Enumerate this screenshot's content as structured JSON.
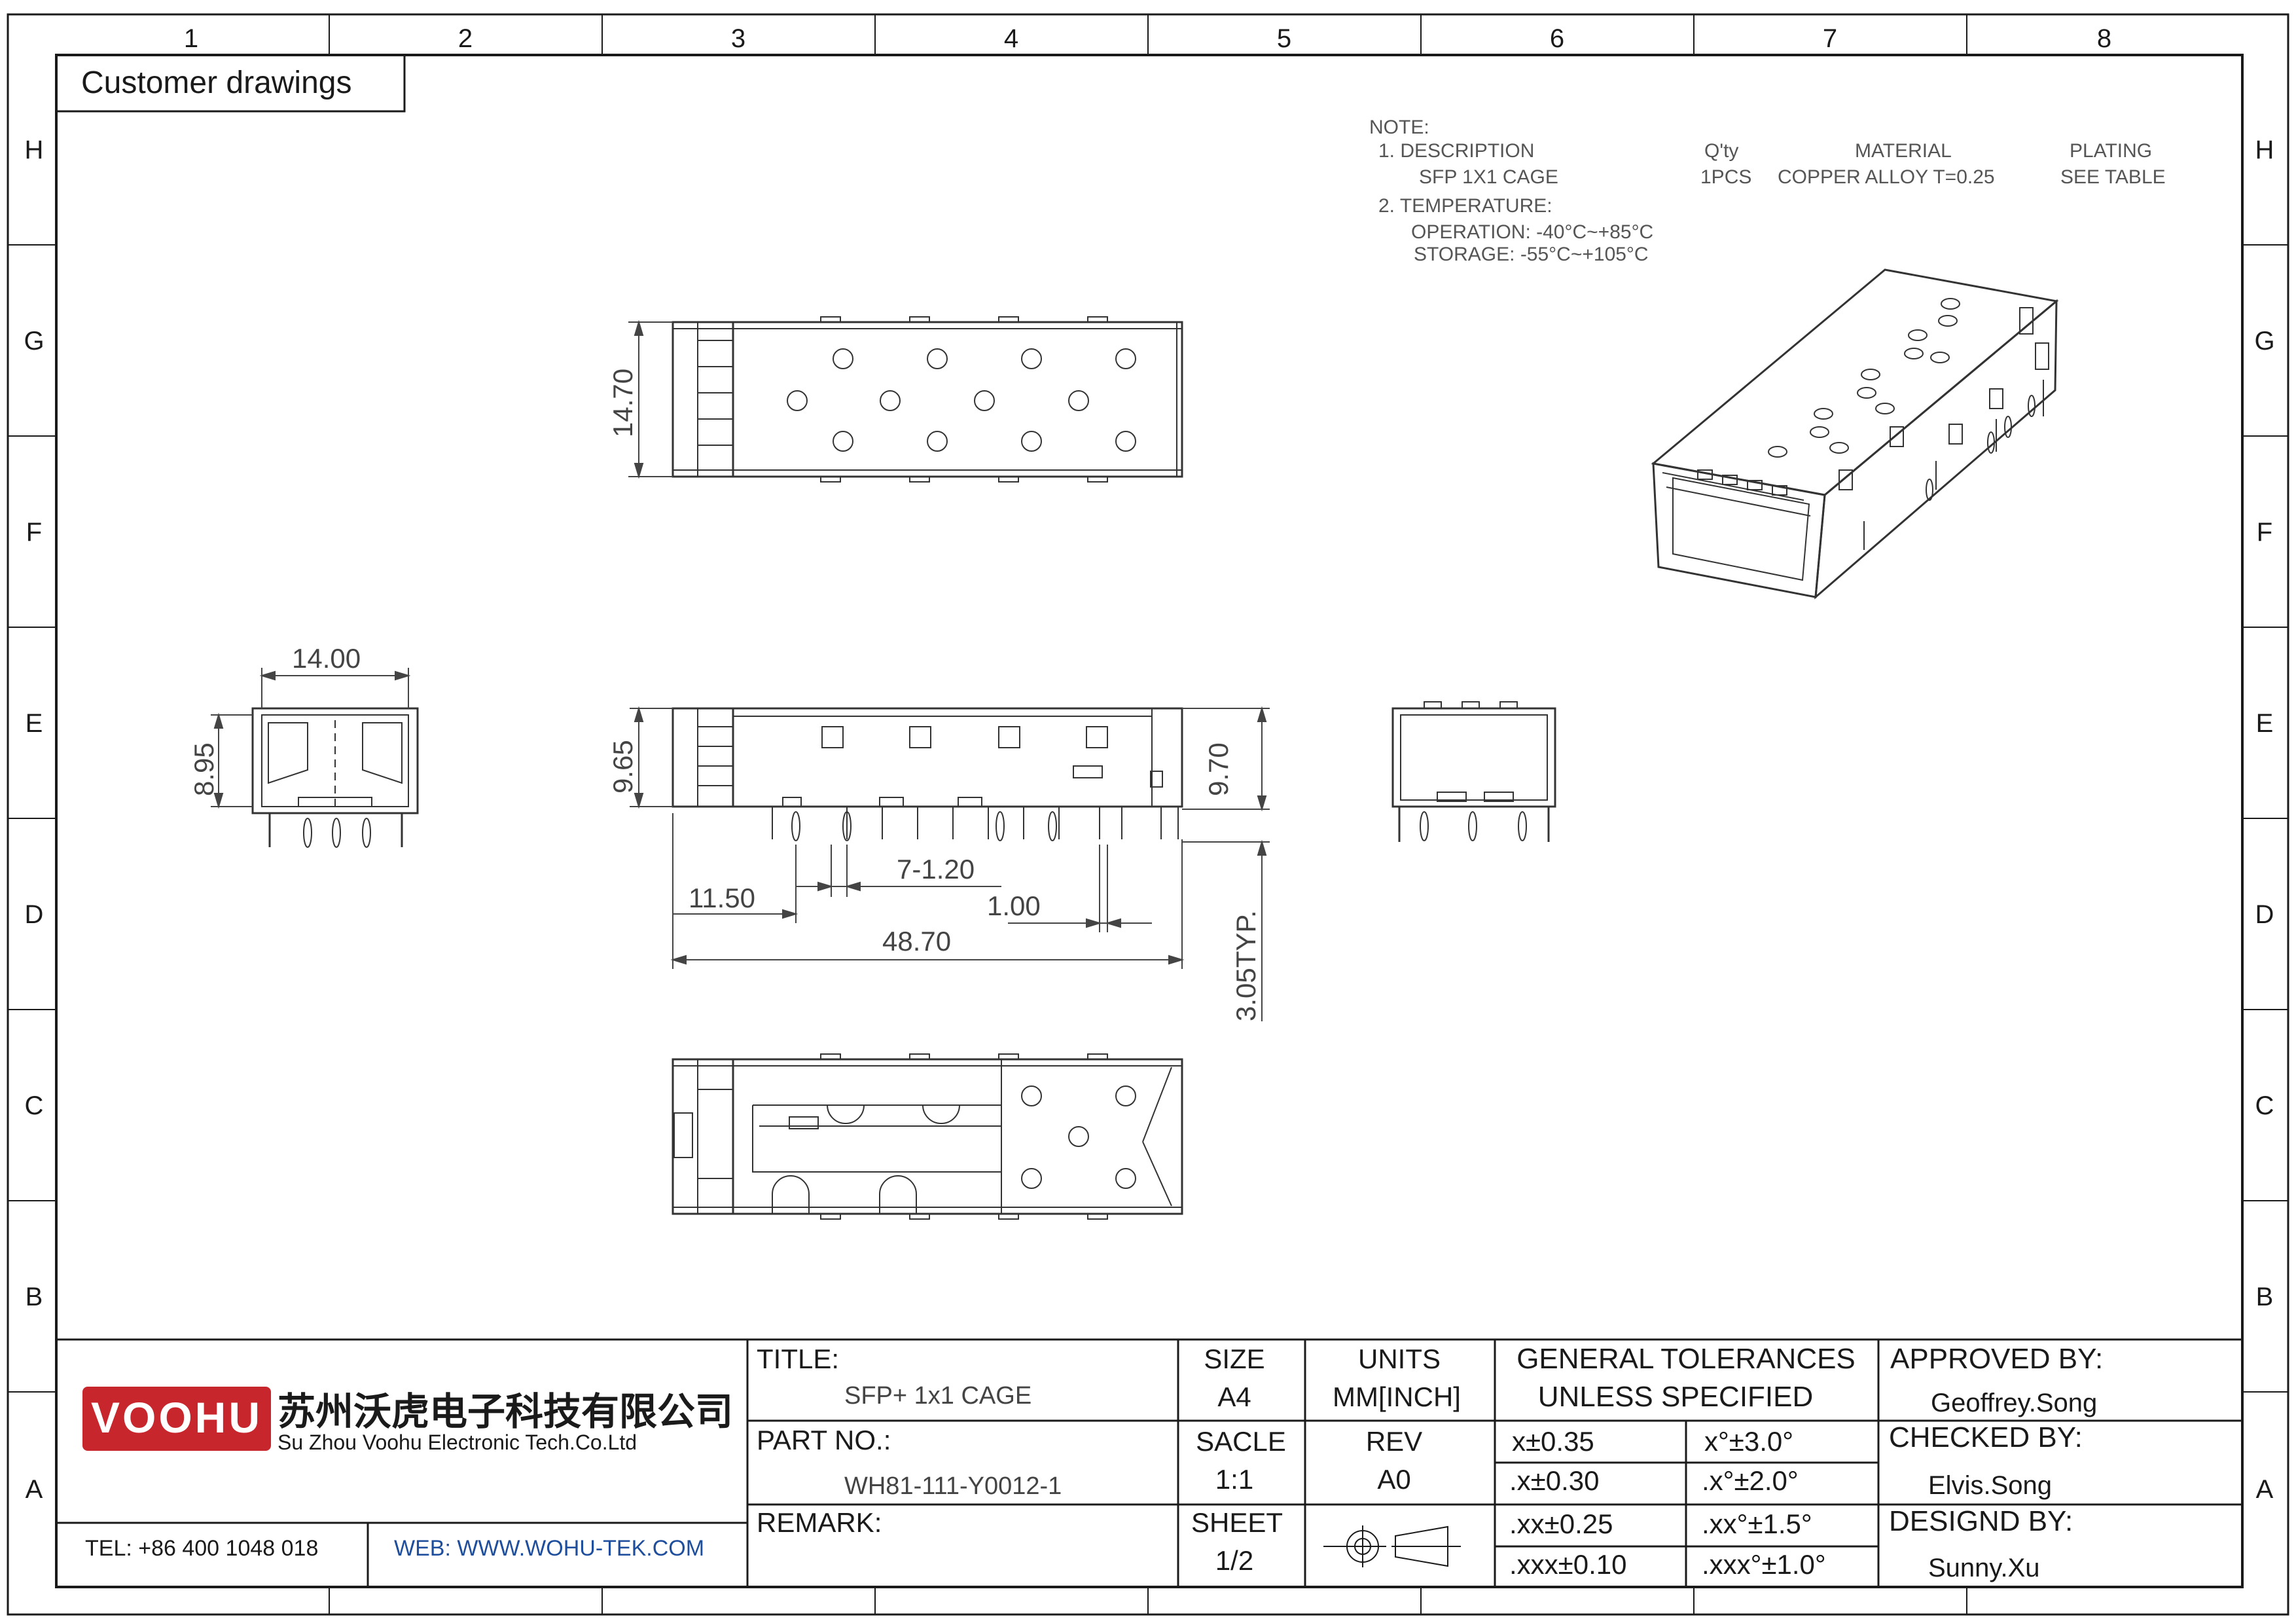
{
  "frame": {
    "columns": [
      "1",
      "2",
      "3",
      "4",
      "5",
      "6",
      "7",
      "8"
    ],
    "rows": [
      "H",
      "G",
      "F",
      "E",
      "D",
      "C",
      "B",
      "A"
    ],
    "corner_label": "Customer drawings"
  },
  "notes": {
    "heading": "NOTE:",
    "item1": "1. DESCRIPTION",
    "item1_col_qty": "Q'ty",
    "item1_col_material": "MATERIAL",
    "item1_col_plating": "PLATING",
    "item1_desc": "SFP 1X1 CAGE",
    "item1_qty": "1PCS",
    "item1_material": "COPPER ALLOY T=0.25",
    "item1_plating": "SEE TABLE",
    "item2": "2. TEMPERATURE:",
    "operation": "OPERATION:  -40°C~+85°C",
    "storage": "STORAGE:   -55°C~+105°C"
  },
  "dimensions": {
    "top_height": "14.70",
    "front_width": "14.00",
    "front_height": "8.95",
    "side_height_left": "9.65",
    "side_height_right": "9.70",
    "pin_pitch": "7-1.20",
    "pin_offset": "11.50",
    "pin_width": "1.00",
    "total_length": "48.70",
    "pin_length": "3.05TYP."
  },
  "title_block": {
    "company_logo": "VOOHU",
    "company_cn": "苏州沃虎电子科技有限公司",
    "company_en": "Su Zhou Voohu Electronic Tech.Co.Ltd",
    "tel": "TEL: +86 400 1048 018",
    "web": "WEB: WWW.WOHU-TEK.COM",
    "title_label": "TITLE:",
    "title_value": "SFP+ 1x1 CAGE",
    "part_label": "PART NO.:",
    "part_value": "WH81-111-Y0012-1",
    "remark_label": "REMARK:",
    "size_label": "SIZE",
    "size_value": "A4",
    "units_label": "UNITS",
    "units_value": "MM[INCH]",
    "scale_label": "SACLE",
    "scale_value": "1:1",
    "rev_label": "REV",
    "rev_value": "A0",
    "sheet_label": "SHEET",
    "sheet_value": "1/2",
    "tol_title_1": "GENERAL TOLERANCES",
    "tol_title_2": "UNLESS SPECIFIED",
    "tol_rows": [
      [
        "x±0.35",
        "x°±3.0°"
      ],
      [
        ".x±0.30",
        ".x°±2.0°"
      ],
      [
        ".xx±0.25",
        ".xx°±1.5°"
      ],
      [
        ".xxx±0.10",
        ".xxx°±1.0°"
      ]
    ],
    "approved_label": "APPROVED BY:",
    "approved_value": "Geoffrey.Song",
    "checked_label": "CHECKED BY:",
    "checked_value": "Elvis.Song",
    "design_label": "DESIGND BY:",
    "design_value": "Sunny.Xu"
  },
  "colors": {
    "logo_red": "#c8262d",
    "web_blue": "#1f4e9c",
    "line": "#1a1a1a",
    "drawing": "#333333"
  }
}
